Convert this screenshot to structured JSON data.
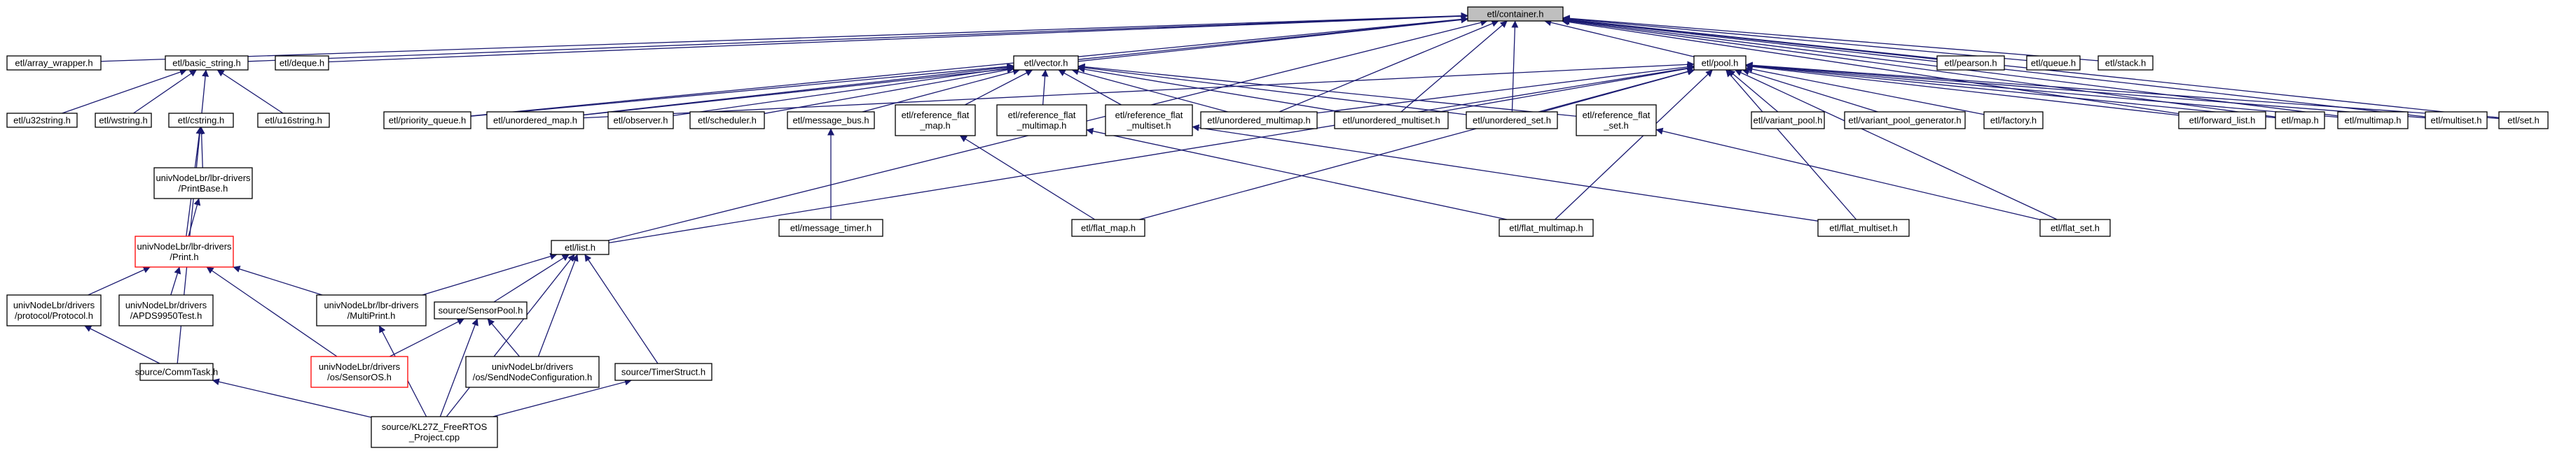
{
  "colors": {
    "edge": "#191970",
    "node_border": "#000000",
    "node_fill": "#ffffff",
    "root_fill": "#bfbfbf",
    "incomplete_border": "#ff0000"
  },
  "nodes": {
    "container": {
      "lines": [
        "etl/container.h"
      ],
      "style": "root"
    },
    "array_wrapper": {
      "lines": [
        "etl/array_wrapper.h"
      ]
    },
    "basic_string": {
      "lines": [
        "etl/basic_string.h"
      ]
    },
    "deque": {
      "lines": [
        "etl/deque.h"
      ]
    },
    "vector": {
      "lines": [
        "etl/vector.h"
      ]
    },
    "pool": {
      "lines": [
        "etl/pool.h"
      ]
    },
    "pearson": {
      "lines": [
        "etl/pearson.h"
      ]
    },
    "queue": {
      "lines": [
        "etl/queue.h"
      ]
    },
    "stack": {
      "lines": [
        "etl/stack.h"
      ]
    },
    "u32string": {
      "lines": [
        "etl/u32string.h"
      ]
    },
    "wstring": {
      "lines": [
        "etl/wstring.h"
      ]
    },
    "cstring": {
      "lines": [
        "etl/cstring.h"
      ]
    },
    "u16string": {
      "lines": [
        "etl/u16string.h"
      ]
    },
    "priority_queue": {
      "lines": [
        "etl/priority_queue.h"
      ]
    },
    "unordered_map": {
      "lines": [
        "etl/unordered_map.h"
      ]
    },
    "observer": {
      "lines": [
        "etl/observer.h"
      ]
    },
    "scheduler": {
      "lines": [
        "etl/scheduler.h"
      ]
    },
    "message_bus": {
      "lines": [
        "etl/message_bus.h"
      ]
    },
    "ref_flat_map": {
      "lines": [
        "etl/reference_flat",
        "_map.h"
      ]
    },
    "ref_flat_multimap": {
      "lines": [
        "etl/reference_flat",
        "_multimap.h"
      ]
    },
    "ref_flat_multiset": {
      "lines": [
        "etl/reference_flat",
        "_multiset.h"
      ]
    },
    "unordered_multimap": {
      "lines": [
        "etl/unordered_multimap.h"
      ]
    },
    "unordered_multiset": {
      "lines": [
        "etl/unordered_multiset.h"
      ]
    },
    "unordered_set": {
      "lines": [
        "etl/unordered_set.h"
      ]
    },
    "ref_flat_set": {
      "lines": [
        "etl/reference_flat",
        "_set.h"
      ]
    },
    "variant_pool": {
      "lines": [
        "etl/variant_pool.h"
      ]
    },
    "variant_pool_generator": {
      "lines": [
        "etl/variant_pool_generator.h"
      ]
    },
    "factory": {
      "lines": [
        "etl/factory.h"
      ]
    },
    "forward_list": {
      "lines": [
        "etl/forward_list.h"
      ]
    },
    "map": {
      "lines": [
        "etl/map.h"
      ]
    },
    "multimap": {
      "lines": [
        "etl/multimap.h"
      ]
    },
    "multiset": {
      "lines": [
        "etl/multiset.h"
      ]
    },
    "set": {
      "lines": [
        "etl/set.h"
      ]
    },
    "printbase": {
      "lines": [
        "univNodeLbr/lbr-drivers",
        "/PrintBase.h"
      ]
    },
    "message_timer": {
      "lines": [
        "etl/message_timer.h"
      ]
    },
    "flat_map": {
      "lines": [
        "etl/flat_map.h"
      ]
    },
    "flat_multimap": {
      "lines": [
        "etl/flat_multimap.h"
      ]
    },
    "flat_multiset": {
      "lines": [
        "etl/flat_multiset.h"
      ]
    },
    "flat_set": {
      "lines": [
        "etl/flat_set.h"
      ]
    },
    "print": {
      "lines": [
        "univNodeLbr/lbr-drivers",
        "/Print.h"
      ],
      "style": "incomplete"
    },
    "list": {
      "lines": [
        "etl/list.h"
      ]
    },
    "protocol": {
      "lines": [
        "univNodeLbr/drivers",
        "/protocol/Protocol.h"
      ]
    },
    "apds": {
      "lines": [
        "univNodeLbr/drivers",
        "/APDS9950Test.h"
      ]
    },
    "multiprint": {
      "lines": [
        "univNodeLbr/lbr-drivers",
        "/MultiPrint.h"
      ]
    },
    "sensorpool": {
      "lines": [
        "source/SensorPool.h"
      ]
    },
    "sensoros": {
      "lines": [
        "univNodeLbr/drivers",
        "/os/SensorOS.h"
      ],
      "style": "incomplete"
    },
    "sendnode": {
      "lines": [
        "univNodeLbr/drivers",
        "/os/SendNodeConfiguration.h"
      ]
    },
    "timerstruct": {
      "lines": [
        "source/TimerStruct.h"
      ]
    },
    "commtask": {
      "lines": [
        "source/CommTask.h"
      ]
    },
    "kl27z": {
      "lines": [
        "source/KL27Z_FreeRTOS",
        "_Project.cpp"
      ]
    }
  }
}
